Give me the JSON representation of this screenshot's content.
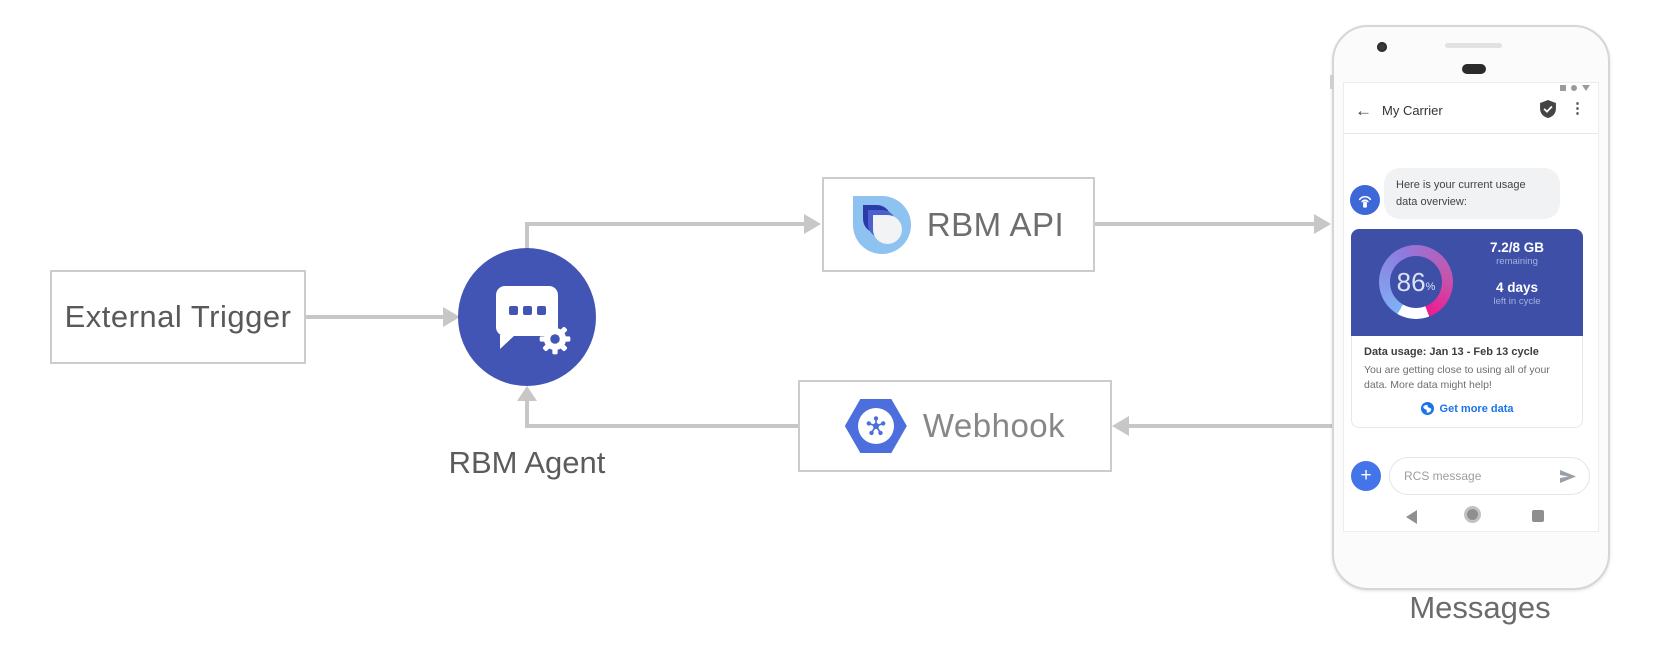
{
  "diagram": {
    "external_trigger": "External Trigger",
    "rbm_agent": "RBM Agent",
    "rbm_api": "RBM API",
    "webhook": "Webhook",
    "messages_caption": "Messages"
  },
  "phone": {
    "header": {
      "back_icon": "←",
      "title": "My Carrier",
      "menu_icon": "⋮"
    },
    "chat": {
      "agent_message": "Here is your current usage data overview:"
    },
    "usage_card": {
      "percent": "86",
      "percent_unit": "%",
      "remaining_value": "7.2/8 GB",
      "remaining_label": "remaining",
      "cycle_value": "4 days",
      "cycle_label": "left in cycle",
      "title": "Data usage: Jan 13 - Feb 13 cycle",
      "body": "You are getting close to using all of your data. More data might help!",
      "action_label": "Get more data"
    },
    "composer": {
      "plus_icon": "+",
      "placeholder": "RCS message"
    }
  },
  "colors": {
    "agent_circle": "#4355b4",
    "card_indigo": "#3e4fa8",
    "arrow_gray": "#c7c7c7",
    "link_blue": "#1a73e8",
    "composer_blue": "#4374e8",
    "gauge_blue": "#7fb2f4",
    "gauge_purple": "#8f7ade",
    "gauge_pink": "#ee1b90",
    "hexagon_blue": "#4c6fdd",
    "logo_light_blue": "#8ec2f0",
    "logo_navy": "#2a3ba8"
  }
}
